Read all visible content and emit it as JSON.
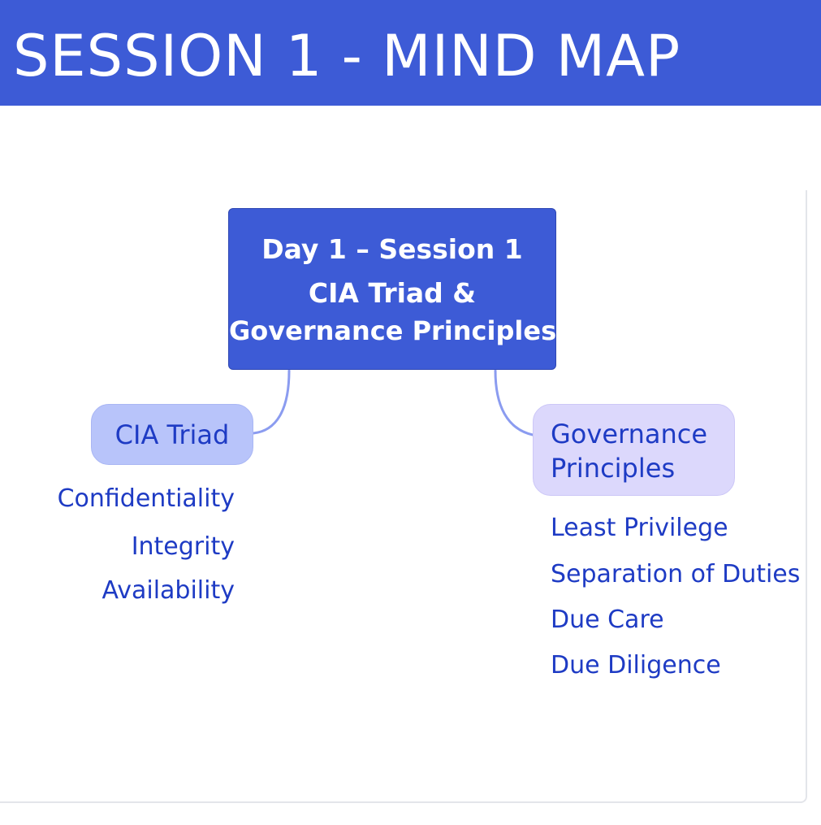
{
  "header": {
    "title": "SESSION 1 - MIND MAP"
  },
  "mind_map": {
    "root": {
      "line1": "Day 1 – Session 1",
      "line2": "CIA Triad &",
      "line3": "Governance Principles"
    },
    "branches": [
      {
        "label": "CIA Triad",
        "items": [
          "Confidentiality",
          "Integrity",
          "Availability"
        ]
      },
      {
        "label_line1": "Governance",
        "label_line2": "Principles",
        "items": [
          "Least Privilege",
          "Separation of Duties",
          "Due Care",
          "Due Diligence"
        ]
      }
    ]
  },
  "colors": {
    "banner": "#3d5bd6",
    "root_node": "#3d5bd6",
    "cia_branch_fill": "#b8c4fa",
    "governance_branch_fill": "#dcd8fc",
    "connector": "#8b9cf0",
    "text_accent": "#1e3bc4"
  }
}
